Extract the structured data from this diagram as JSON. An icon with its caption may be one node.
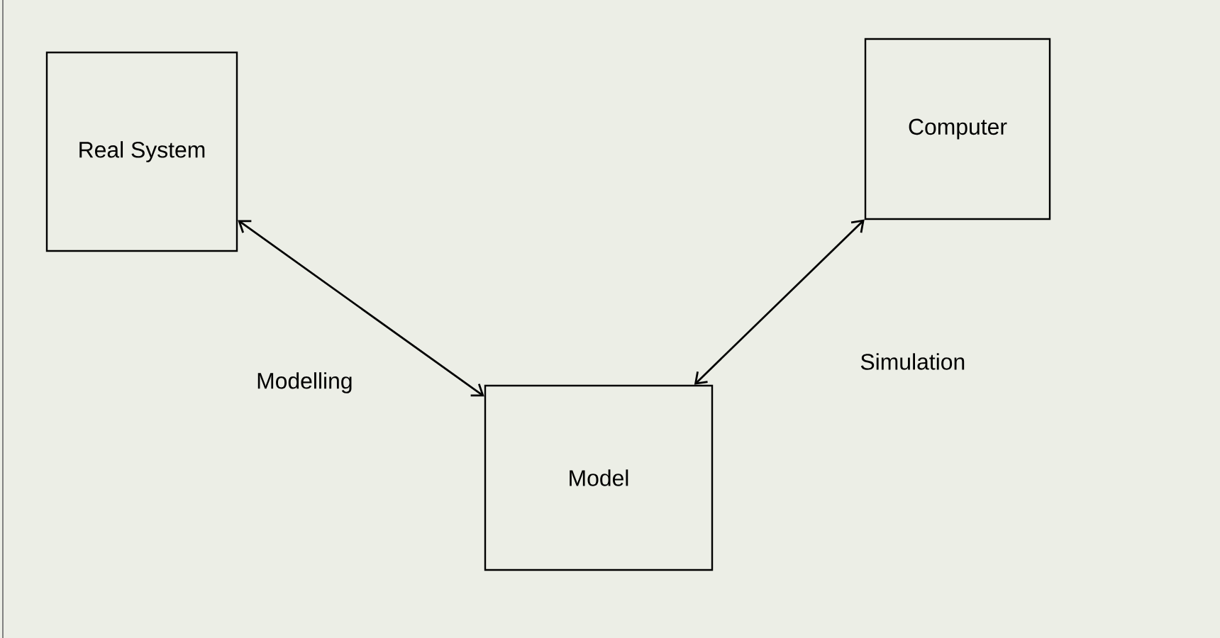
{
  "diagram": {
    "nodes": [
      {
        "text": [
          "Real System"
        ]
      },
      {
        "text": [
          "Computer"
        ]
      },
      {
        "text": [
          "Model"
        ]
      }
    ],
    "edges": [
      {
        "from": 0,
        "to": 2,
        "arrow": "both",
        "label": "Modelling"
      },
      {
        "from": 2,
        "to": 1,
        "arrow": "both",
        "label": "Simulation"
      }
    ]
  }
}
